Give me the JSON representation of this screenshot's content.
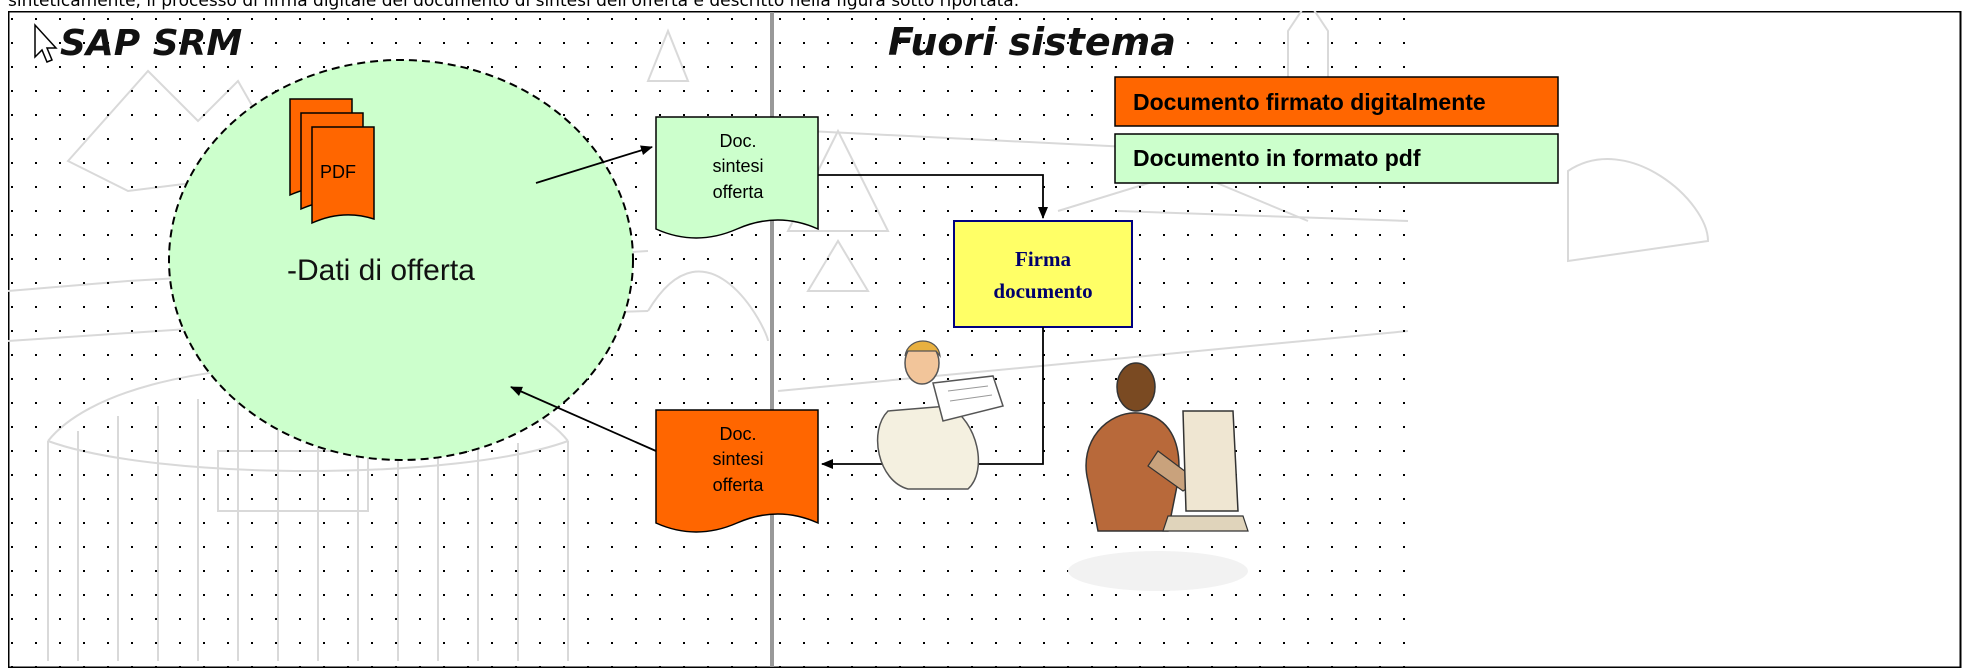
{
  "caption": "sinteticamente, il processo di firma digitale del documento di sintesi dell'offerta è descritto nella figura sotto riportata.",
  "diagram": {
    "left_section_title": "SAP SRM",
    "right_section_title": "Fuori sistema",
    "circle_label": "-Dati di offerta",
    "pdf_icon_label": "PDF",
    "doc_top": {
      "line1": "Doc.",
      "line2": "sintesi",
      "line3": "offerta"
    },
    "doc_bottom": {
      "line1": "Doc.",
      "line2": "sintesi",
      "line3": "offerta"
    },
    "firma_box": {
      "line1": "Firma",
      "line2": "documento"
    },
    "legend": [
      {
        "label": "Documento firmato digitalmente",
        "color": "#ff6600"
      },
      {
        "label": "Documento in formato pdf",
        "color": "#ccffcc"
      }
    ],
    "colors": {
      "circle_fill": "#ccffcc",
      "doc_pdf_fill": "#ccffcc",
      "doc_signed_fill": "#ff6600",
      "firma_fill": "#ffff66",
      "firma_border": "#000080",
      "divider": "#999999"
    },
    "icons": [
      "cursor-arrow-icon",
      "pdf-stack-icon",
      "woman-reading-icon",
      "man-at-computer-icon"
    ]
  }
}
